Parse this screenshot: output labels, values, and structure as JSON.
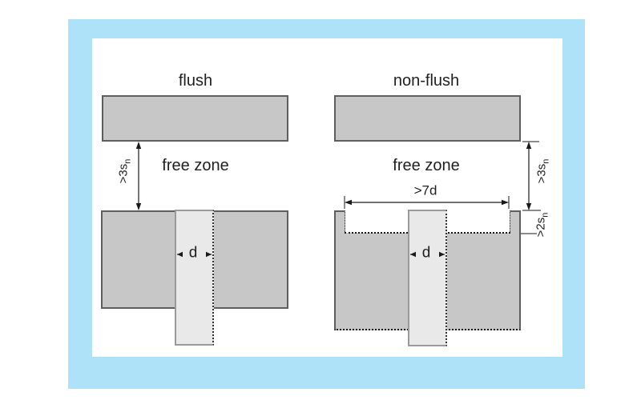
{
  "figure": {
    "type": "technical-diagram",
    "subject": "inductive sensor mounting clearances",
    "colors": {
      "frame_blue": "#ADE2F8",
      "panel_white": "#FFFFFF",
      "material_gray": "#C7C7C7",
      "material_border": "#5E5E5E",
      "sensor_gray": "#E9E9E9",
      "sensor_border": "#9A9A9A",
      "line_black": "#1A1A1A",
      "text": "#1F1F1F"
    }
  },
  "left_diagram": {
    "title": "flush",
    "free_zone_label": "free zone",
    "clearance_label": {
      "text": ">3s",
      "sub": "n"
    },
    "diameter_label": "d"
  },
  "right_diagram": {
    "title": "non-flush",
    "free_zone_label": "free zone",
    "clearance_label": {
      "text": ">3s",
      "sub": "n"
    },
    "recess_width_label": ">7d",
    "recess_depth_label": {
      "text": ">2s",
      "sub": "n"
    },
    "diameter_label": "d"
  }
}
